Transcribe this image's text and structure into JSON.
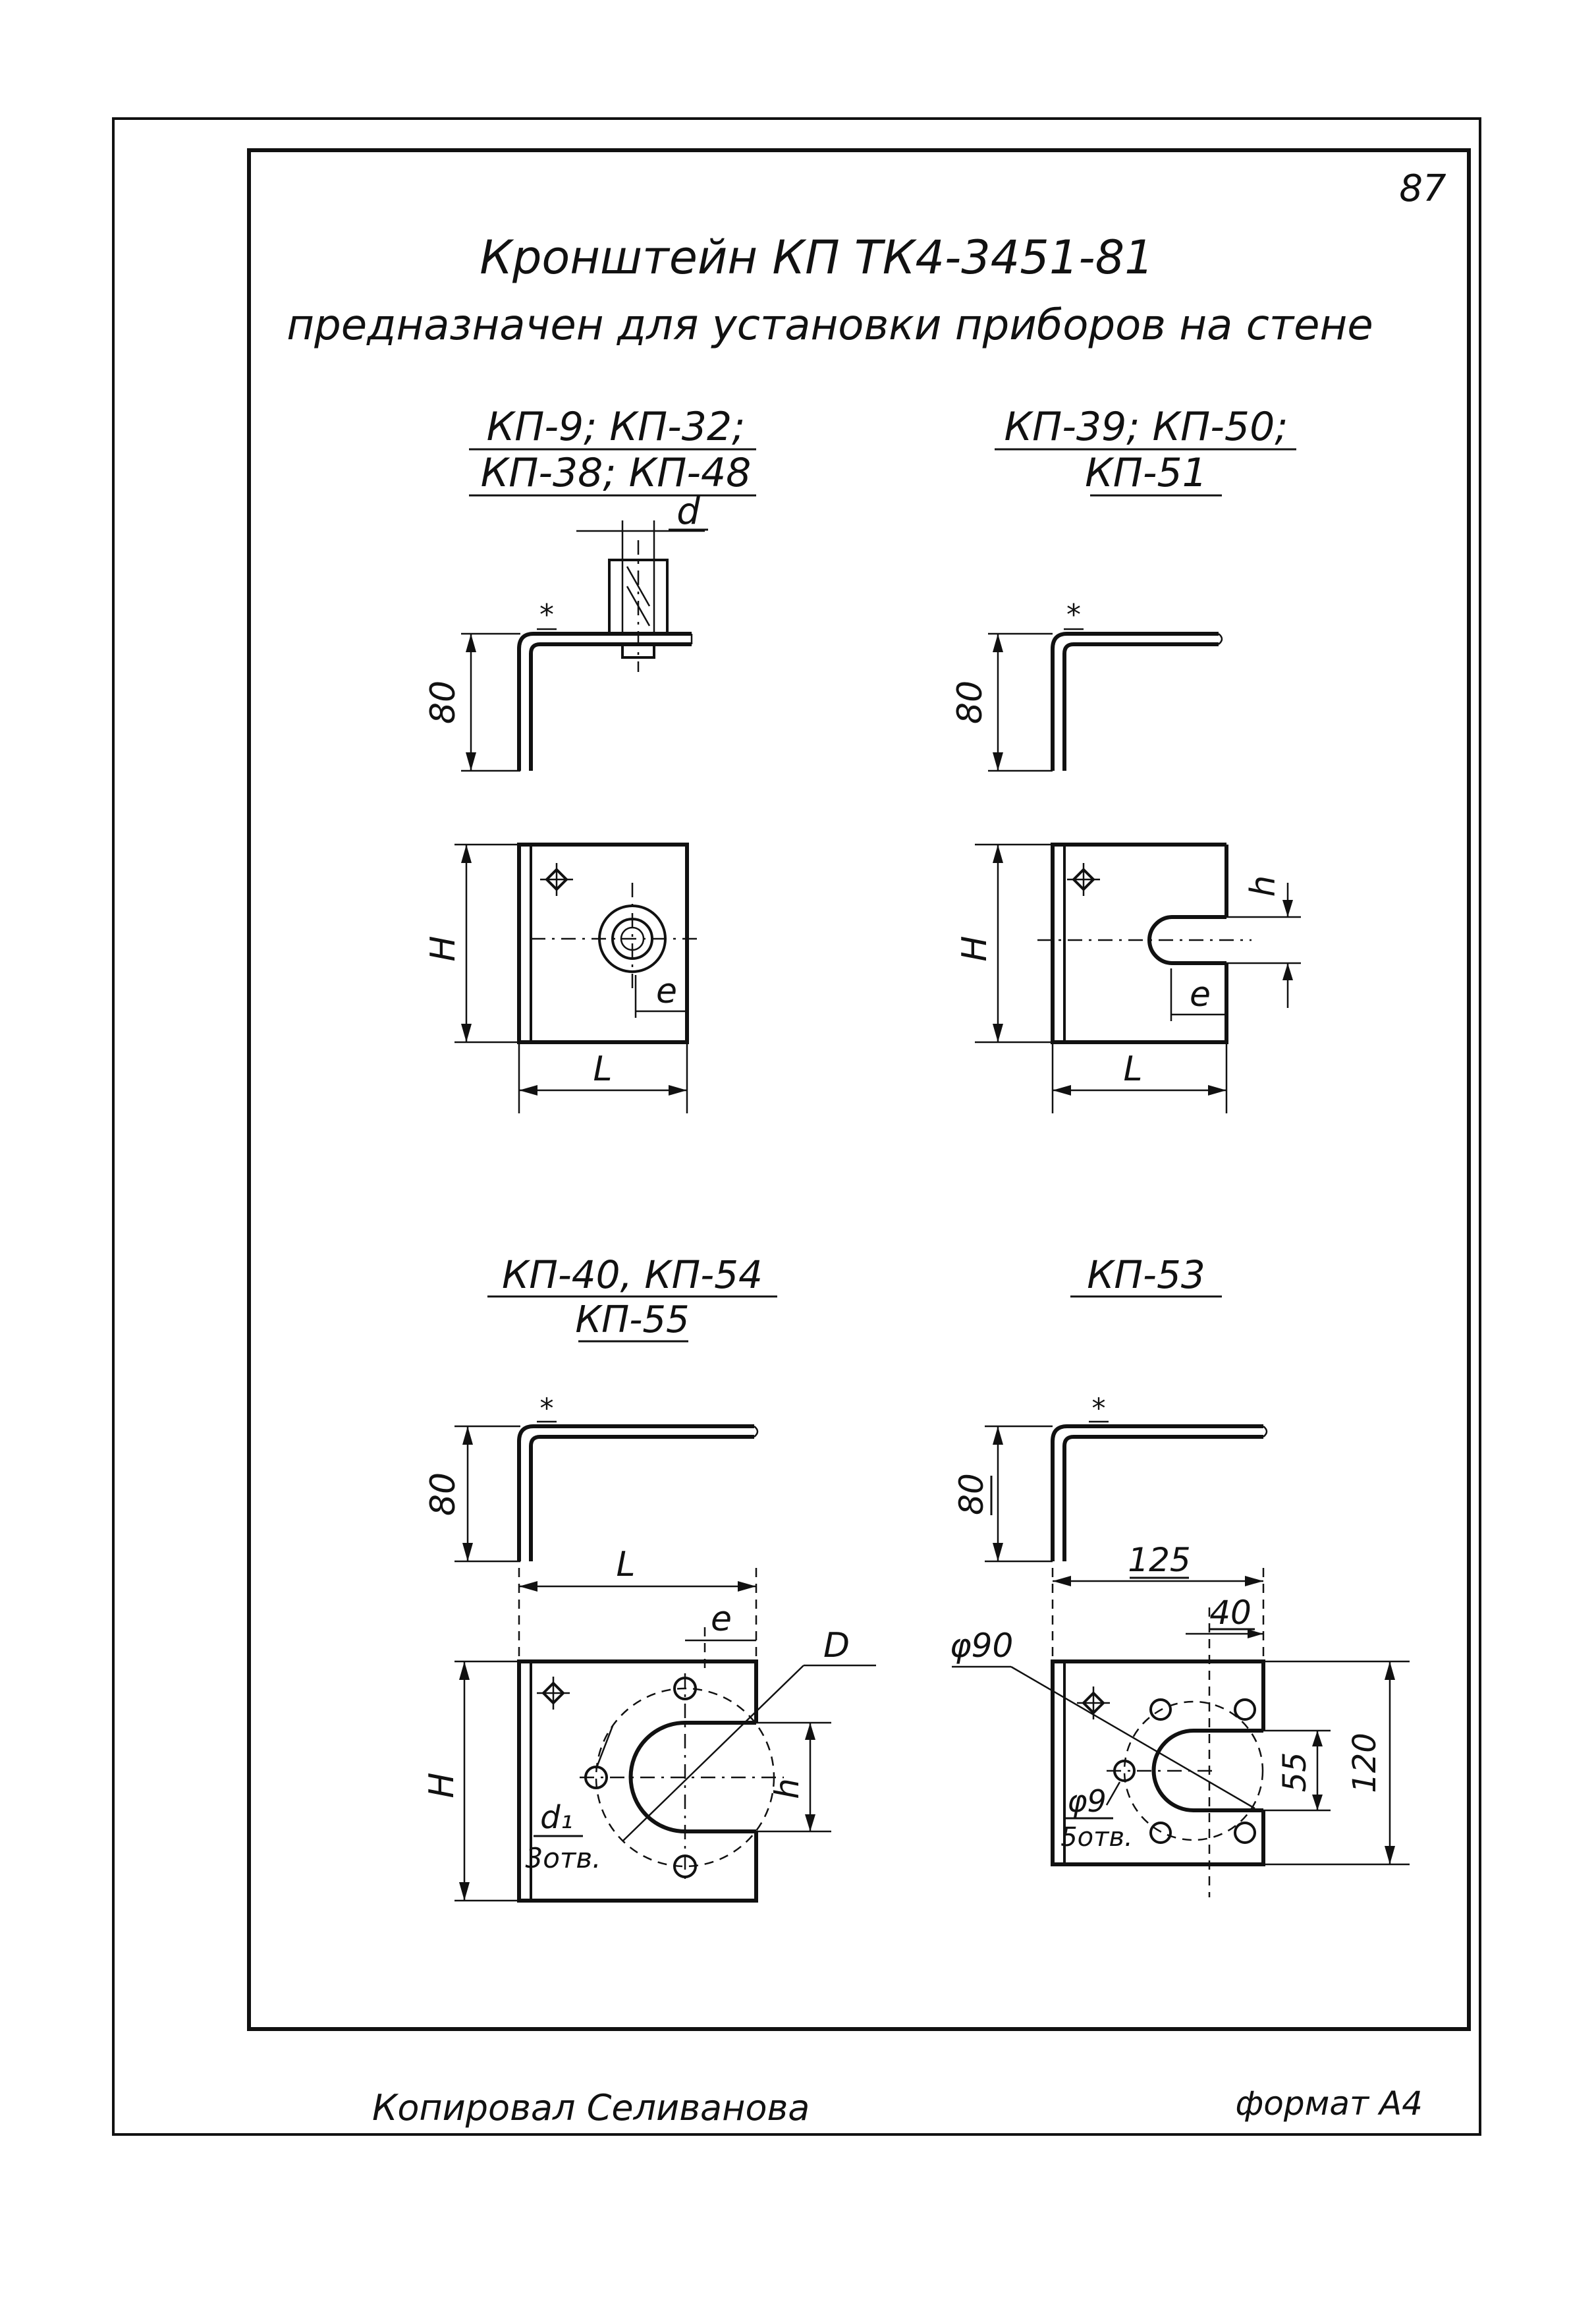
{
  "page_number": "87",
  "title": "Кронштейн КП  ТК4-3451-81",
  "subtitle": "предназначен для установки приборов на стене",
  "views": [
    {
      "title_lines": [
        "КП-9; КП-32;",
        "КП-38; КП-48"
      ],
      "labels": {
        "d": "d",
        "dim80": "80",
        "H": "H",
        "e": "e",
        "L": "L"
      }
    },
    {
      "title_lines": [
        "КП-39; КП-50;",
        "КП-51"
      ],
      "labels": {
        "dim80": "80",
        "h": "h",
        "H": "H",
        "e": "e",
        "L": "L"
      }
    },
    {
      "title_lines": [
        "КП-40, КП-54",
        "КП-55"
      ],
      "labels": {
        "dim80": "80",
        "L": "L",
        "e": "e",
        "D": "D",
        "H": "H",
        "h": "h",
        "d1": "d₁",
        "holes": "3отв."
      }
    },
    {
      "title_lines": [
        "КП-53"
      ],
      "labels": {
        "dim80": "80",
        "dim125": "125",
        "dim40": "40",
        "phi90": "φ90",
        "dim55": "55",
        "dim120": "120",
        "phi9": "φ9",
        "holes": "5отв."
      }
    }
  ],
  "weld_mark": "*",
  "footer": {
    "copied": "Копировал Селиванова",
    "format": "формат А4"
  }
}
